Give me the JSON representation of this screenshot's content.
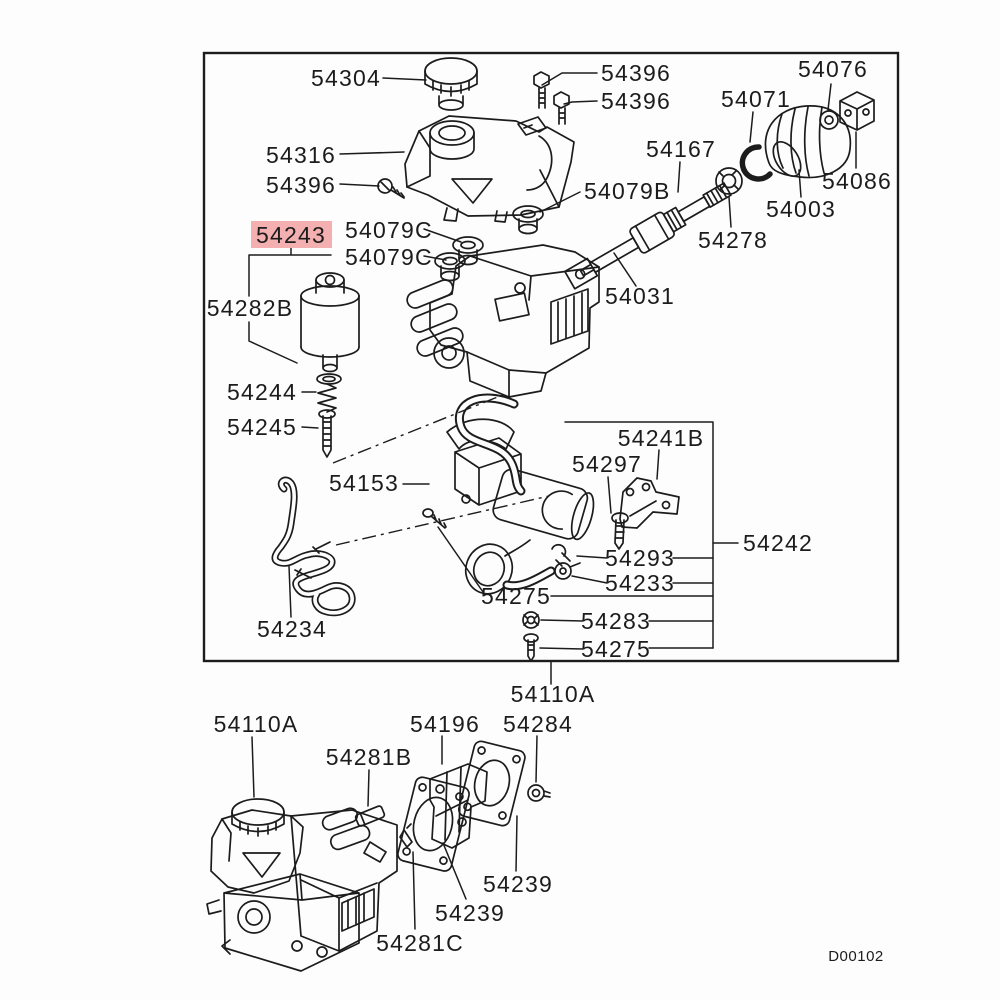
{
  "diagram": {
    "type": "exploded-parts-diagram",
    "subject": "brake-master-cylinder-and-booster-assembly",
    "drawing_code": "D00102",
    "colors": {
      "line": "#1c1c1c",
      "highlight": "#f4b0b0",
      "background": "#fdfdfd"
    },
    "highlighted_part": "54243",
    "parts": {
      "cap_54304": "54304",
      "bolt_54396_top1": "54396",
      "bolt_54396_top2": "54396",
      "nut_54076": "54076",
      "snapring_54071": "54071",
      "tank_54316": "54316",
      "screw_54396_left": "54396",
      "rod_54167": "54167",
      "grommet_54079B": "54079B",
      "damper_54086": "54086",
      "boot_54003": "54003",
      "spacer_54278": "54278",
      "reservoir_54243": "54243",
      "grommet_54079C_a": "54079C",
      "grommet_54079C_b": "54079C",
      "rod_54031": "54031",
      "bracket_54282B": "54282B",
      "spring_54244": "54244",
      "screw_54245": "54245",
      "bracket_54241B": "54241B",
      "bolt_54297": "54297",
      "hose_54153": "54153",
      "clip_54293": "54293",
      "assembly_54242": "54242",
      "fitting_54233": "54233",
      "bolt_54275_upper": "54275",
      "wireclip_54234": "54234",
      "nut_54283": "54283",
      "screw_54275_lower": "54275",
      "assembly_ref_54110A": "54110A",
      "assembly_54110A": "54110A",
      "bracket_54196": "54196",
      "bolt_54284": "54284",
      "pin_54281B": "54281B",
      "gasket_54239_right": "54239",
      "gasket_54239_left": "54239",
      "clip_54281C": "54281C"
    }
  }
}
